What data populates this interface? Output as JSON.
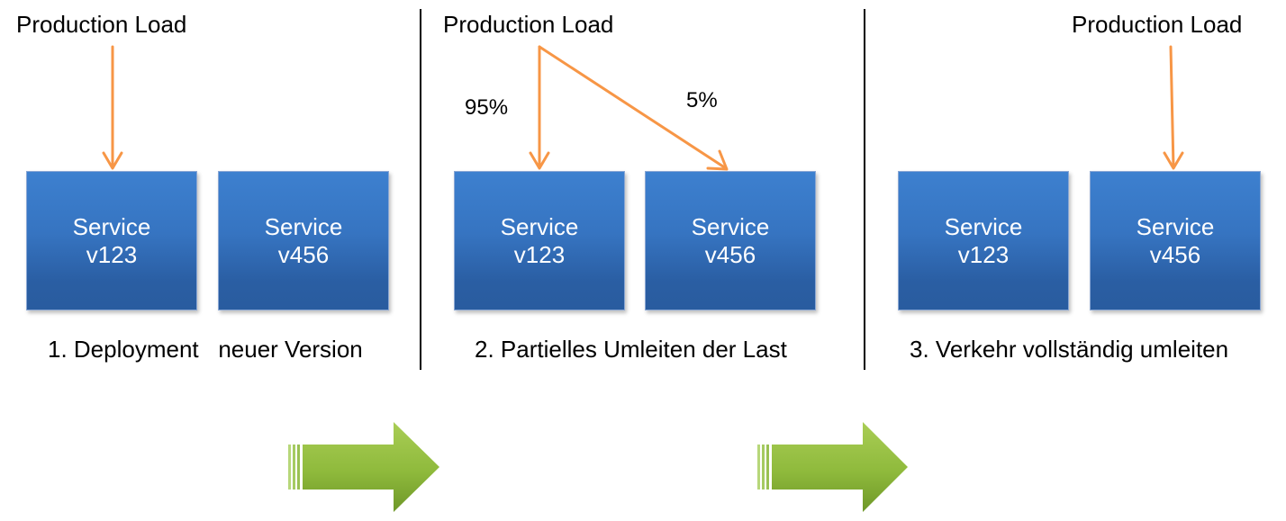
{
  "colors": {
    "arrow_orange": "#f79646",
    "box_blue": "#3674c1",
    "box_text": "#ffffff",
    "big_arrow_green": "#8fba3c",
    "divider": "#000000"
  },
  "panels": [
    {
      "load_label": "Production Load",
      "services": [
        {
          "name": "Service",
          "version": "v123"
        },
        {
          "name": "Service",
          "version": "v456"
        }
      ],
      "caption": "1. Deployment   neuer Version"
    },
    {
      "load_label": "Production Load",
      "split": {
        "left_pct": "95%",
        "right_pct": "5%"
      },
      "services": [
        {
          "name": "Service",
          "version": "v123"
        },
        {
          "name": "Service",
          "version": "v456"
        }
      ],
      "caption": "2. Partielles Umleiten der Last"
    },
    {
      "load_label": "Production Load",
      "services": [
        {
          "name": "Service",
          "version": "v123"
        },
        {
          "name": "Service",
          "version": "v456"
        }
      ],
      "caption": "3. Verkehr vollständig umleiten"
    }
  ],
  "transition_arrows": [
    {
      "icon": "green-right-arrow-icon"
    },
    {
      "icon": "green-right-arrow-icon"
    }
  ]
}
